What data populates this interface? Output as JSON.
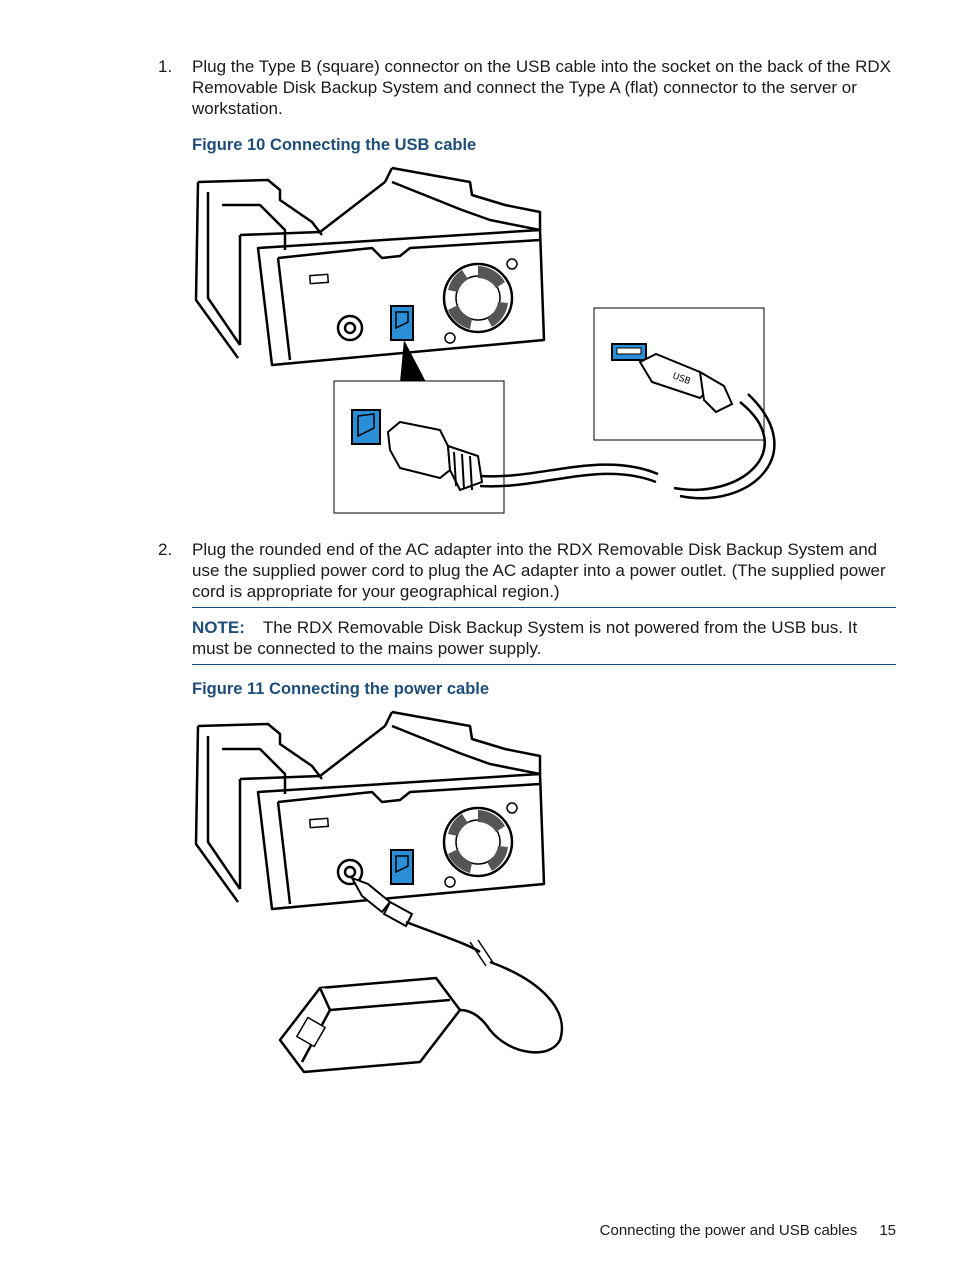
{
  "steps": [
    {
      "number": "1.",
      "text": "Plug the Type B (square) connector on the USB cable into the socket on the back of the RDX Removable Disk Backup System and connect the Type A (flat) connector to the server or workstation."
    },
    {
      "number": "2.",
      "text": "Plug the rounded end of the AC adapter into the RDX Removable Disk Backup System and use the supplied power cord to plug the AC adapter into a power outlet. (The supplied power cord is appropriate for your geographical region.)"
    }
  ],
  "figure10": {
    "caption": "Figure 10 Connecting the USB cable"
  },
  "note": {
    "label": "NOTE:",
    "text": "The RDX Removable Disk Backup System is not powered from the USB bus. It must be connected to the mains power supply."
  },
  "figure11": {
    "caption": "Figure 11 Connecting the power cable"
  },
  "footer": {
    "section": "Connecting the power and USB cables",
    "page": "15"
  },
  "colors": {
    "accent": "#1f4e79",
    "usb_port": "#2a8fd6"
  }
}
